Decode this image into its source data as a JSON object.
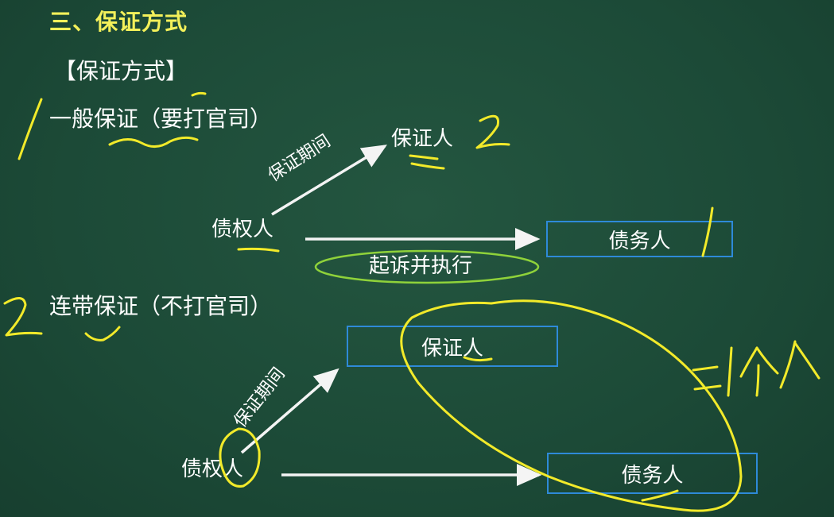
{
  "section_title": "三、保证方式",
  "subheading": "【保证方式】",
  "general": {
    "heading": "一般保证（要打官司）",
    "guarantor": "保证人",
    "creditor": "债权人",
    "debtor": "债务人",
    "period_label": "保证期间",
    "sue_label": "起诉并执行"
  },
  "joint": {
    "heading": "连带保证（不打官司）",
    "guarantor": "保证人",
    "creditor": "债权人",
    "debtor": "债务人",
    "period_label": "保证期间"
  },
  "handwriting": {
    "num_general": "1",
    "num_joint": "2",
    "order_guarantor": "2",
    "order_debtor": "1",
    "note": "=1个人"
  },
  "colors": {
    "board": "#1d4a38",
    "title": "#f3f05a",
    "box_border": "#2e8ad8",
    "ellipse_green": "#8fd23a",
    "ink_yellow": "#f2ea2a"
  }
}
